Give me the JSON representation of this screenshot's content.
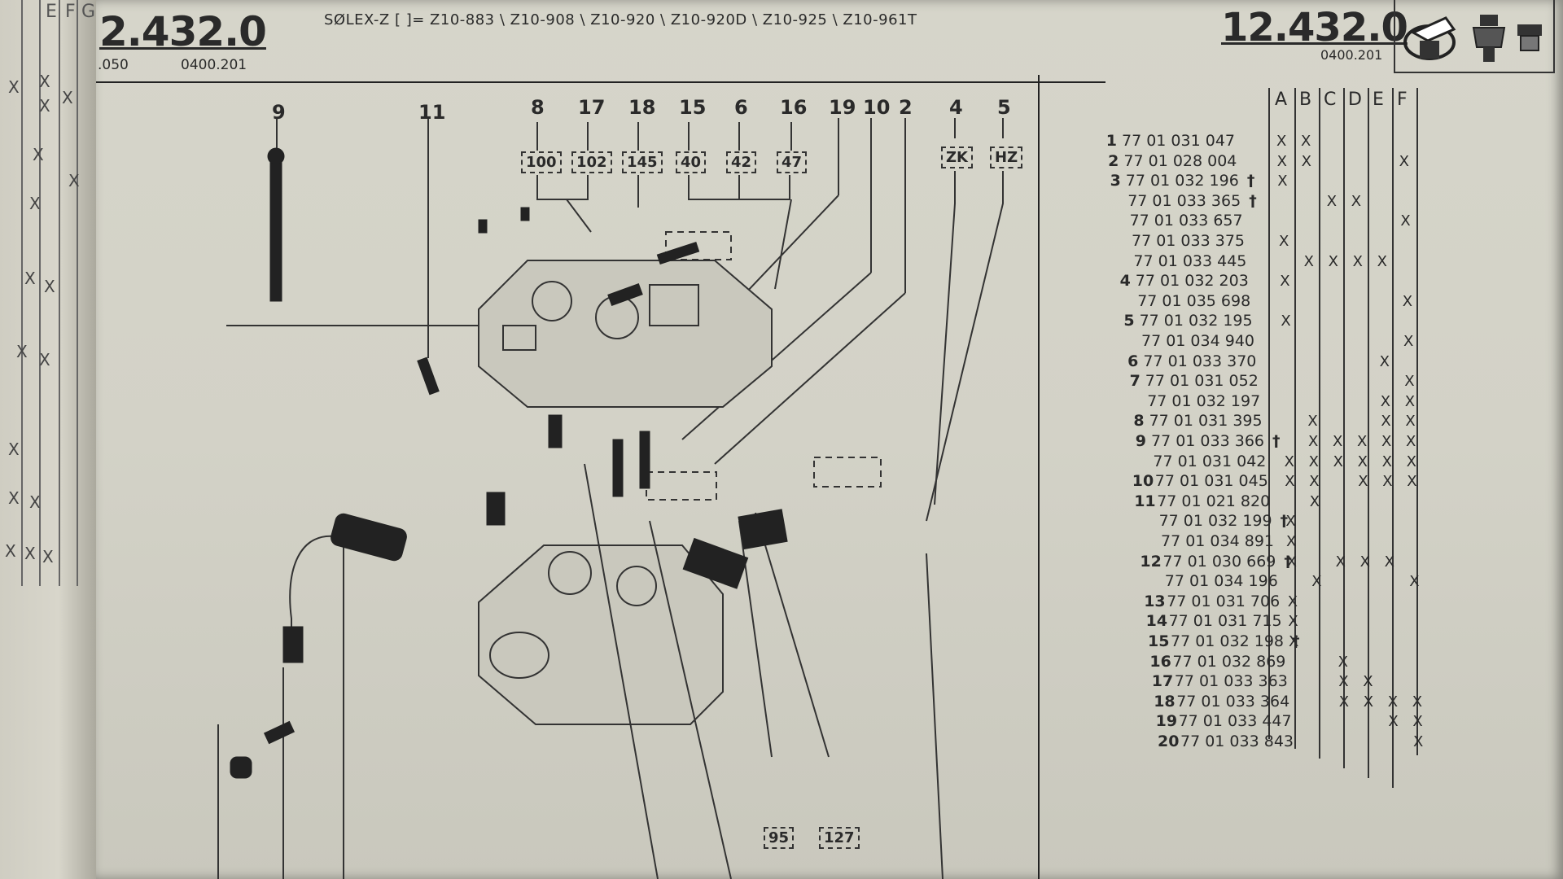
{
  "header": {
    "code_left": "2.432.0",
    "sub_left_a": ".050",
    "sub_left_b": "0400.201",
    "models": "SØLEX-Z [ ]= Z10-883 \\ Z10-908 \\ Z10-920 \\ Z10-920D \\ Z10-925 \\ Z10-961T",
    "code_right": "12.432.0",
    "sub_right": "0400.201"
  },
  "left_columns": [
    "E",
    "F",
    "G"
  ],
  "diagram": {
    "callouts": [
      "9",
      "11",
      "8",
      "17",
      "18",
      "15",
      "6",
      "16",
      "19",
      "10",
      "2",
      "4",
      "5"
    ],
    "boxes": [
      "100",
      "102",
      "145",
      "40",
      "42",
      "47",
      "ZK",
      "HZ",
      "95",
      "127"
    ]
  },
  "table": {
    "columns": [
      "A",
      "B",
      "C",
      "D",
      "E",
      "F"
    ],
    "rows": [
      {
        "num": "1",
        "ref": "77 01 031 047",
        "dag": "",
        "marks": [
          0,
          1
        ]
      },
      {
        "num": "2",
        "ref": "77 01 028 004",
        "dag": "",
        "marks": [
          0,
          1,
          5
        ]
      },
      {
        "num": "3",
        "ref": "77 01 032 196",
        "dag": "†",
        "marks": [
          0
        ]
      },
      {
        "num": "",
        "ref": "77 01 033 365",
        "dag": "†",
        "marks": [
          2,
          3
        ]
      },
      {
        "num": "",
        "ref": "77 01 033 657",
        "dag": "",
        "marks": [
          5
        ]
      },
      {
        "num": "",
        "ref": "77 01 033 375",
        "dag": "",
        "marks": [
          0
        ]
      },
      {
        "num": "",
        "ref": "77 01 033 445",
        "dag": "",
        "marks": [
          1,
          2,
          3,
          4
        ]
      },
      {
        "num": "4",
        "ref": "77 01 032 203",
        "dag": "",
        "marks": [
          0
        ]
      },
      {
        "num": "",
        "ref": "77 01 035 698",
        "dag": "",
        "marks": [
          5
        ]
      },
      {
        "num": "5",
        "ref": "77 01 032 195",
        "dag": "",
        "marks": [
          0
        ]
      },
      {
        "num": "",
        "ref": "77 01 034 940",
        "dag": "",
        "marks": [
          5
        ]
      },
      {
        "num": "6",
        "ref": "77 01 033 370",
        "dag": "",
        "marks": [
          4
        ]
      },
      {
        "num": "7",
        "ref": "77 01 031 052",
        "dag": "",
        "marks": [
          5
        ]
      },
      {
        "num": "",
        "ref": "77 01 032 197",
        "dag": "",
        "marks": [
          4,
          5
        ]
      },
      {
        "num": "8",
        "ref": "77 01 031 395",
        "dag": "",
        "marks": [
          1,
          4,
          5
        ]
      },
      {
        "num": "9",
        "ref": "77 01 033 366",
        "dag": "†",
        "marks": [
          1,
          2,
          3,
          4,
          5
        ]
      },
      {
        "num": "",
        "ref": "77 01 031 042",
        "dag": "",
        "marks": [
          0,
          1,
          2,
          3,
          4,
          5
        ]
      },
      {
        "num": "10",
        "ref": "77 01 031 045",
        "dag": "",
        "marks": [
          0,
          1,
          3,
          4,
          5
        ]
      },
      {
        "num": "11",
        "ref": "77 01 021 820",
        "dag": "",
        "marks": [
          1
        ]
      },
      {
        "num": "",
        "ref": "77 01 032 199",
        "dag": "†",
        "marks": [
          0
        ]
      },
      {
        "num": "",
        "ref": "77 01 034 891",
        "dag": "",
        "marks": [
          0
        ]
      },
      {
        "num": "12",
        "ref": "77 01 030 669",
        "dag": "†",
        "marks": [
          0,
          2,
          3,
          4
        ]
      },
      {
        "num": "",
        "ref": "77 01 034 196",
        "dag": "",
        "marks": [
          1,
          5
        ]
      },
      {
        "num": "13",
        "ref": "77 01 031 706",
        "dag": "",
        "marks": [
          0
        ]
      },
      {
        "num": "14",
        "ref": "77 01 031 715",
        "dag": "",
        "marks": [
          0
        ]
      },
      {
        "num": "15",
        "ref": "77 01 032 198",
        "dag": "†",
        "marks": [
          0
        ]
      },
      {
        "num": "16",
        "ref": "77 01 032 869",
        "dag": "",
        "marks": [
          2
        ]
      },
      {
        "num": "17",
        "ref": "77 01 033 363",
        "dag": "",
        "marks": [
          2,
          3
        ]
      },
      {
        "num": "18",
        "ref": "77 01 033 364",
        "dag": "",
        "marks": [
          2,
          3,
          4,
          5
        ]
      },
      {
        "num": "19",
        "ref": "77 01 033 447",
        "dag": "",
        "marks": [
          4,
          5
        ]
      },
      {
        "num": "20",
        "ref": "77 01 033 843",
        "dag": "",
        "marks": [
          5
        ]
      }
    ]
  }
}
